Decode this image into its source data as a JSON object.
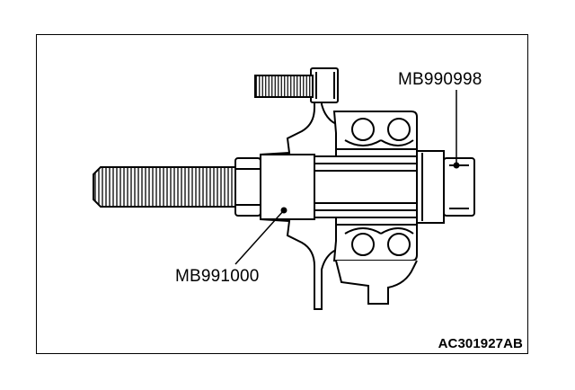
{
  "labels": {
    "tool_right": "MB990998",
    "tool_left": "MB991000",
    "figure_code": "AC301927AB"
  },
  "colors": {
    "line": "#000000",
    "background": "#ffffff"
  }
}
